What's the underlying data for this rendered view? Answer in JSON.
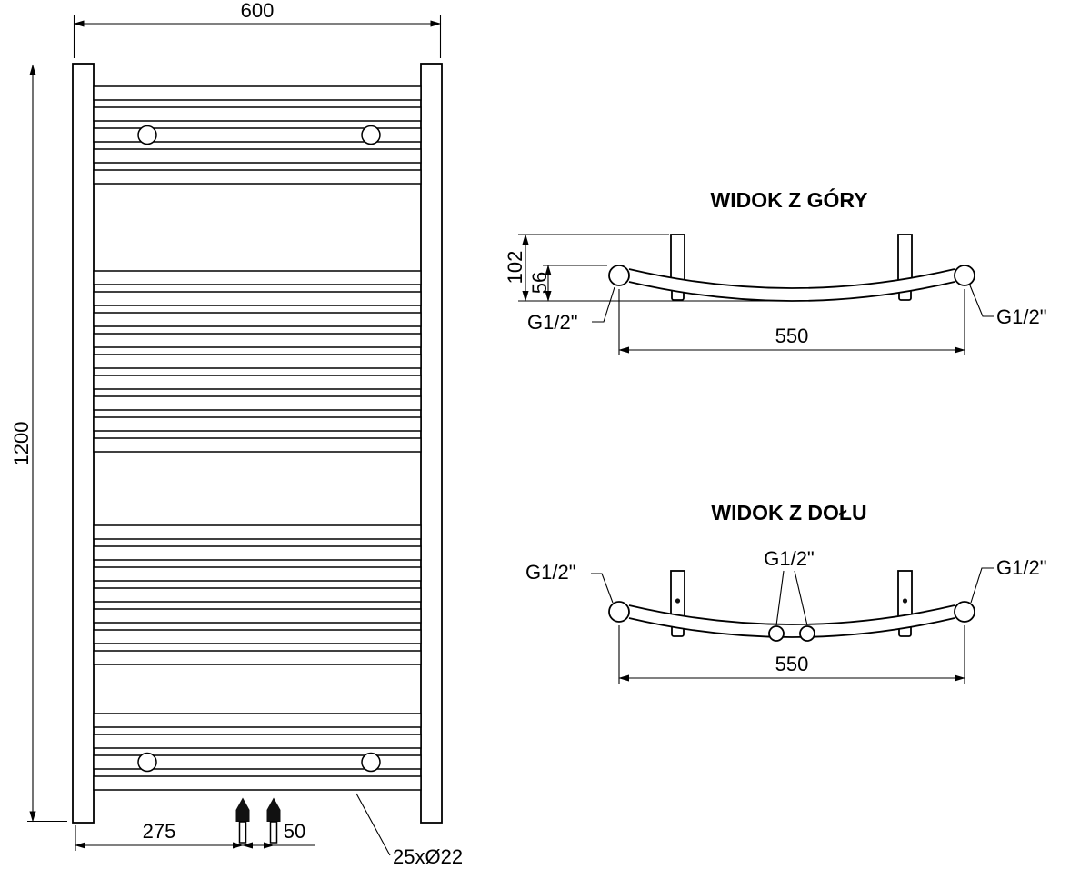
{
  "front_view": {
    "width_dim": "600",
    "height_dim": "1200",
    "pitch_dim": "275",
    "valve_spacing_dim": "50",
    "tubes_label": "25xØ22"
  },
  "top_view": {
    "title": "WIDOK Z GÓRY",
    "depth_dim": "102",
    "tube_depth_dim": "56",
    "span_dim": "550",
    "left_thread_label": "G1/2\"",
    "right_thread_label": "G1/2\""
  },
  "bottom_view": {
    "title": "WIDOK Z DOŁU",
    "span_dim": "550",
    "left_thread_label": "G1/2\"",
    "center_thread_label": "G1/2\"",
    "right_thread_label": "G1/2\""
  }
}
